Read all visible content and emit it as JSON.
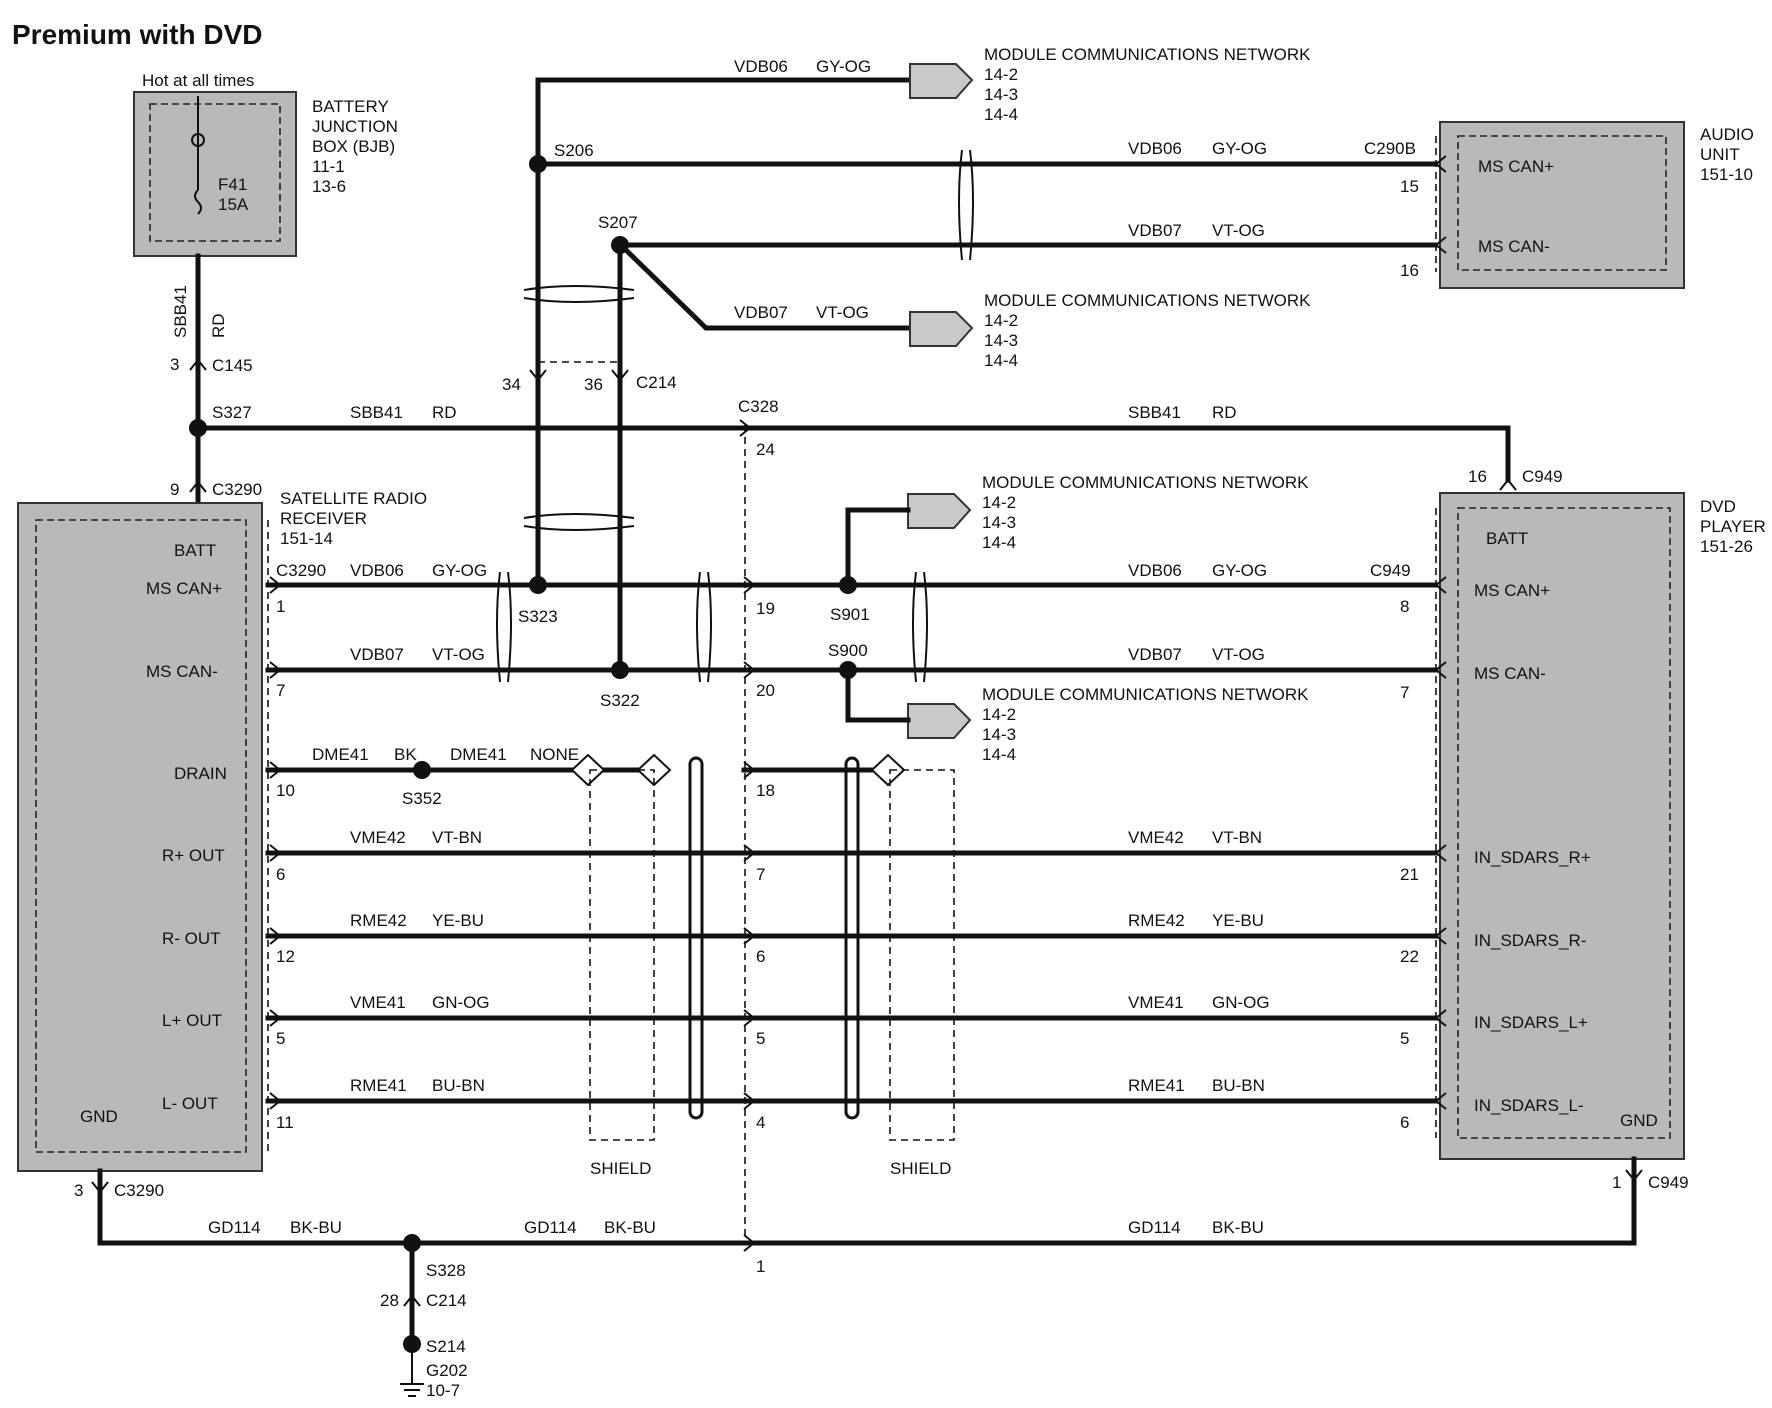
{
  "title": "Premium with DVD",
  "bjb": {
    "header": "Hot at all times",
    "name_lines": [
      "BATTERY",
      "JUNCTION",
      "BOX (BJB)",
      "11-1",
      "13-6"
    ],
    "fuse": "F41",
    "rating": "15A",
    "wire_id": "SBB41",
    "wire_color": "RD",
    "connector": "C145",
    "pin": "3"
  },
  "splices": {
    "s327": "S327",
    "s206": "S206",
    "s207": "S207",
    "s323": "S323",
    "s322": "S322",
    "s352": "S352",
    "s901": "S901",
    "s900": "S900",
    "s328": "S328",
    "s214": "S214"
  },
  "ground": {
    "id": "G202",
    "ref": "10-7",
    "pin": "28",
    "connector": "C214"
  },
  "c214": {
    "label": "C214",
    "pin_a": "34",
    "pin_b": "36"
  },
  "c328": {
    "label": "C328",
    "pins": [
      "24",
      "19",
      "20",
      "18",
      "7",
      "6",
      "5",
      "4",
      "1"
    ]
  },
  "mcn": {
    "title": "MODULE COMMUNICATIONS NETWORK",
    "refs": [
      "14-2",
      "14-3",
      "14-4"
    ]
  },
  "srr": {
    "name_lines": [
      "SATELLITE  RADIO",
      "RECEIVER",
      "151-14"
    ],
    "connector": "C3290",
    "batt_pin": "9",
    "gnd_pin": "3",
    "pins": [
      {
        "label": "BATT",
        "pin": ""
      },
      {
        "label": "MS CAN+",
        "pin": "1"
      },
      {
        "label": "MS CAN-",
        "pin": "7"
      },
      {
        "label": "DRAIN",
        "pin": "10"
      },
      {
        "label": "R+ OUT",
        "pin": "6"
      },
      {
        "label": "R- OUT",
        "pin": "12"
      },
      {
        "label": "L+ OUT",
        "pin": "5"
      },
      {
        "label": "L- OUT",
        "pin": "11"
      },
      {
        "label": "GND",
        "pin": ""
      }
    ]
  },
  "audio": {
    "name_lines": [
      "AUDIO",
      "UNIT",
      "151-10"
    ],
    "connector": "C290B",
    "pins": [
      {
        "label": "MS CAN+",
        "pin": "15"
      },
      {
        "label": "MS CAN-",
        "pin": "16"
      }
    ]
  },
  "dvd": {
    "name_lines": [
      "DVD",
      "PLAYER",
      "151-26"
    ],
    "connector": "C949",
    "batt_pin": "16",
    "gnd_pin": "1",
    "pins": [
      {
        "label": "BATT",
        "pin": ""
      },
      {
        "label": "MS CAN+",
        "pin": "8"
      },
      {
        "label": "MS CAN-",
        "pin": "7"
      },
      {
        "label": "IN_SDARS_R+",
        "pin": "21"
      },
      {
        "label": "IN_SDARS_R-",
        "pin": "22"
      },
      {
        "label": "IN_SDARS_L+",
        "pin": "5"
      },
      {
        "label": "IN_SDARS_L-",
        "pin": "6"
      },
      {
        "label": "GND",
        "pin": ""
      }
    ]
  },
  "wires": {
    "sbb41": {
      "id": "SBB41",
      "color": "RD"
    },
    "vdb06": {
      "id": "VDB06",
      "color": "GY-OG"
    },
    "vdb07": {
      "id": "VDB07",
      "color": "VT-OG"
    },
    "dme41": {
      "id": "DME41",
      "color": "BK"
    },
    "dme41b": {
      "id": "DME41",
      "color": "NONE"
    },
    "vme42": {
      "id": "VME42",
      "color": "VT-BN"
    },
    "rme42": {
      "id": "RME42",
      "color": "YE-BU"
    },
    "vme41": {
      "id": "VME41",
      "color": "GN-OG"
    },
    "rme41": {
      "id": "RME41",
      "color": "BU-BN"
    },
    "gd114": {
      "id": "GD114",
      "color": "BK-BU"
    }
  },
  "shield_label": "SHIELD"
}
